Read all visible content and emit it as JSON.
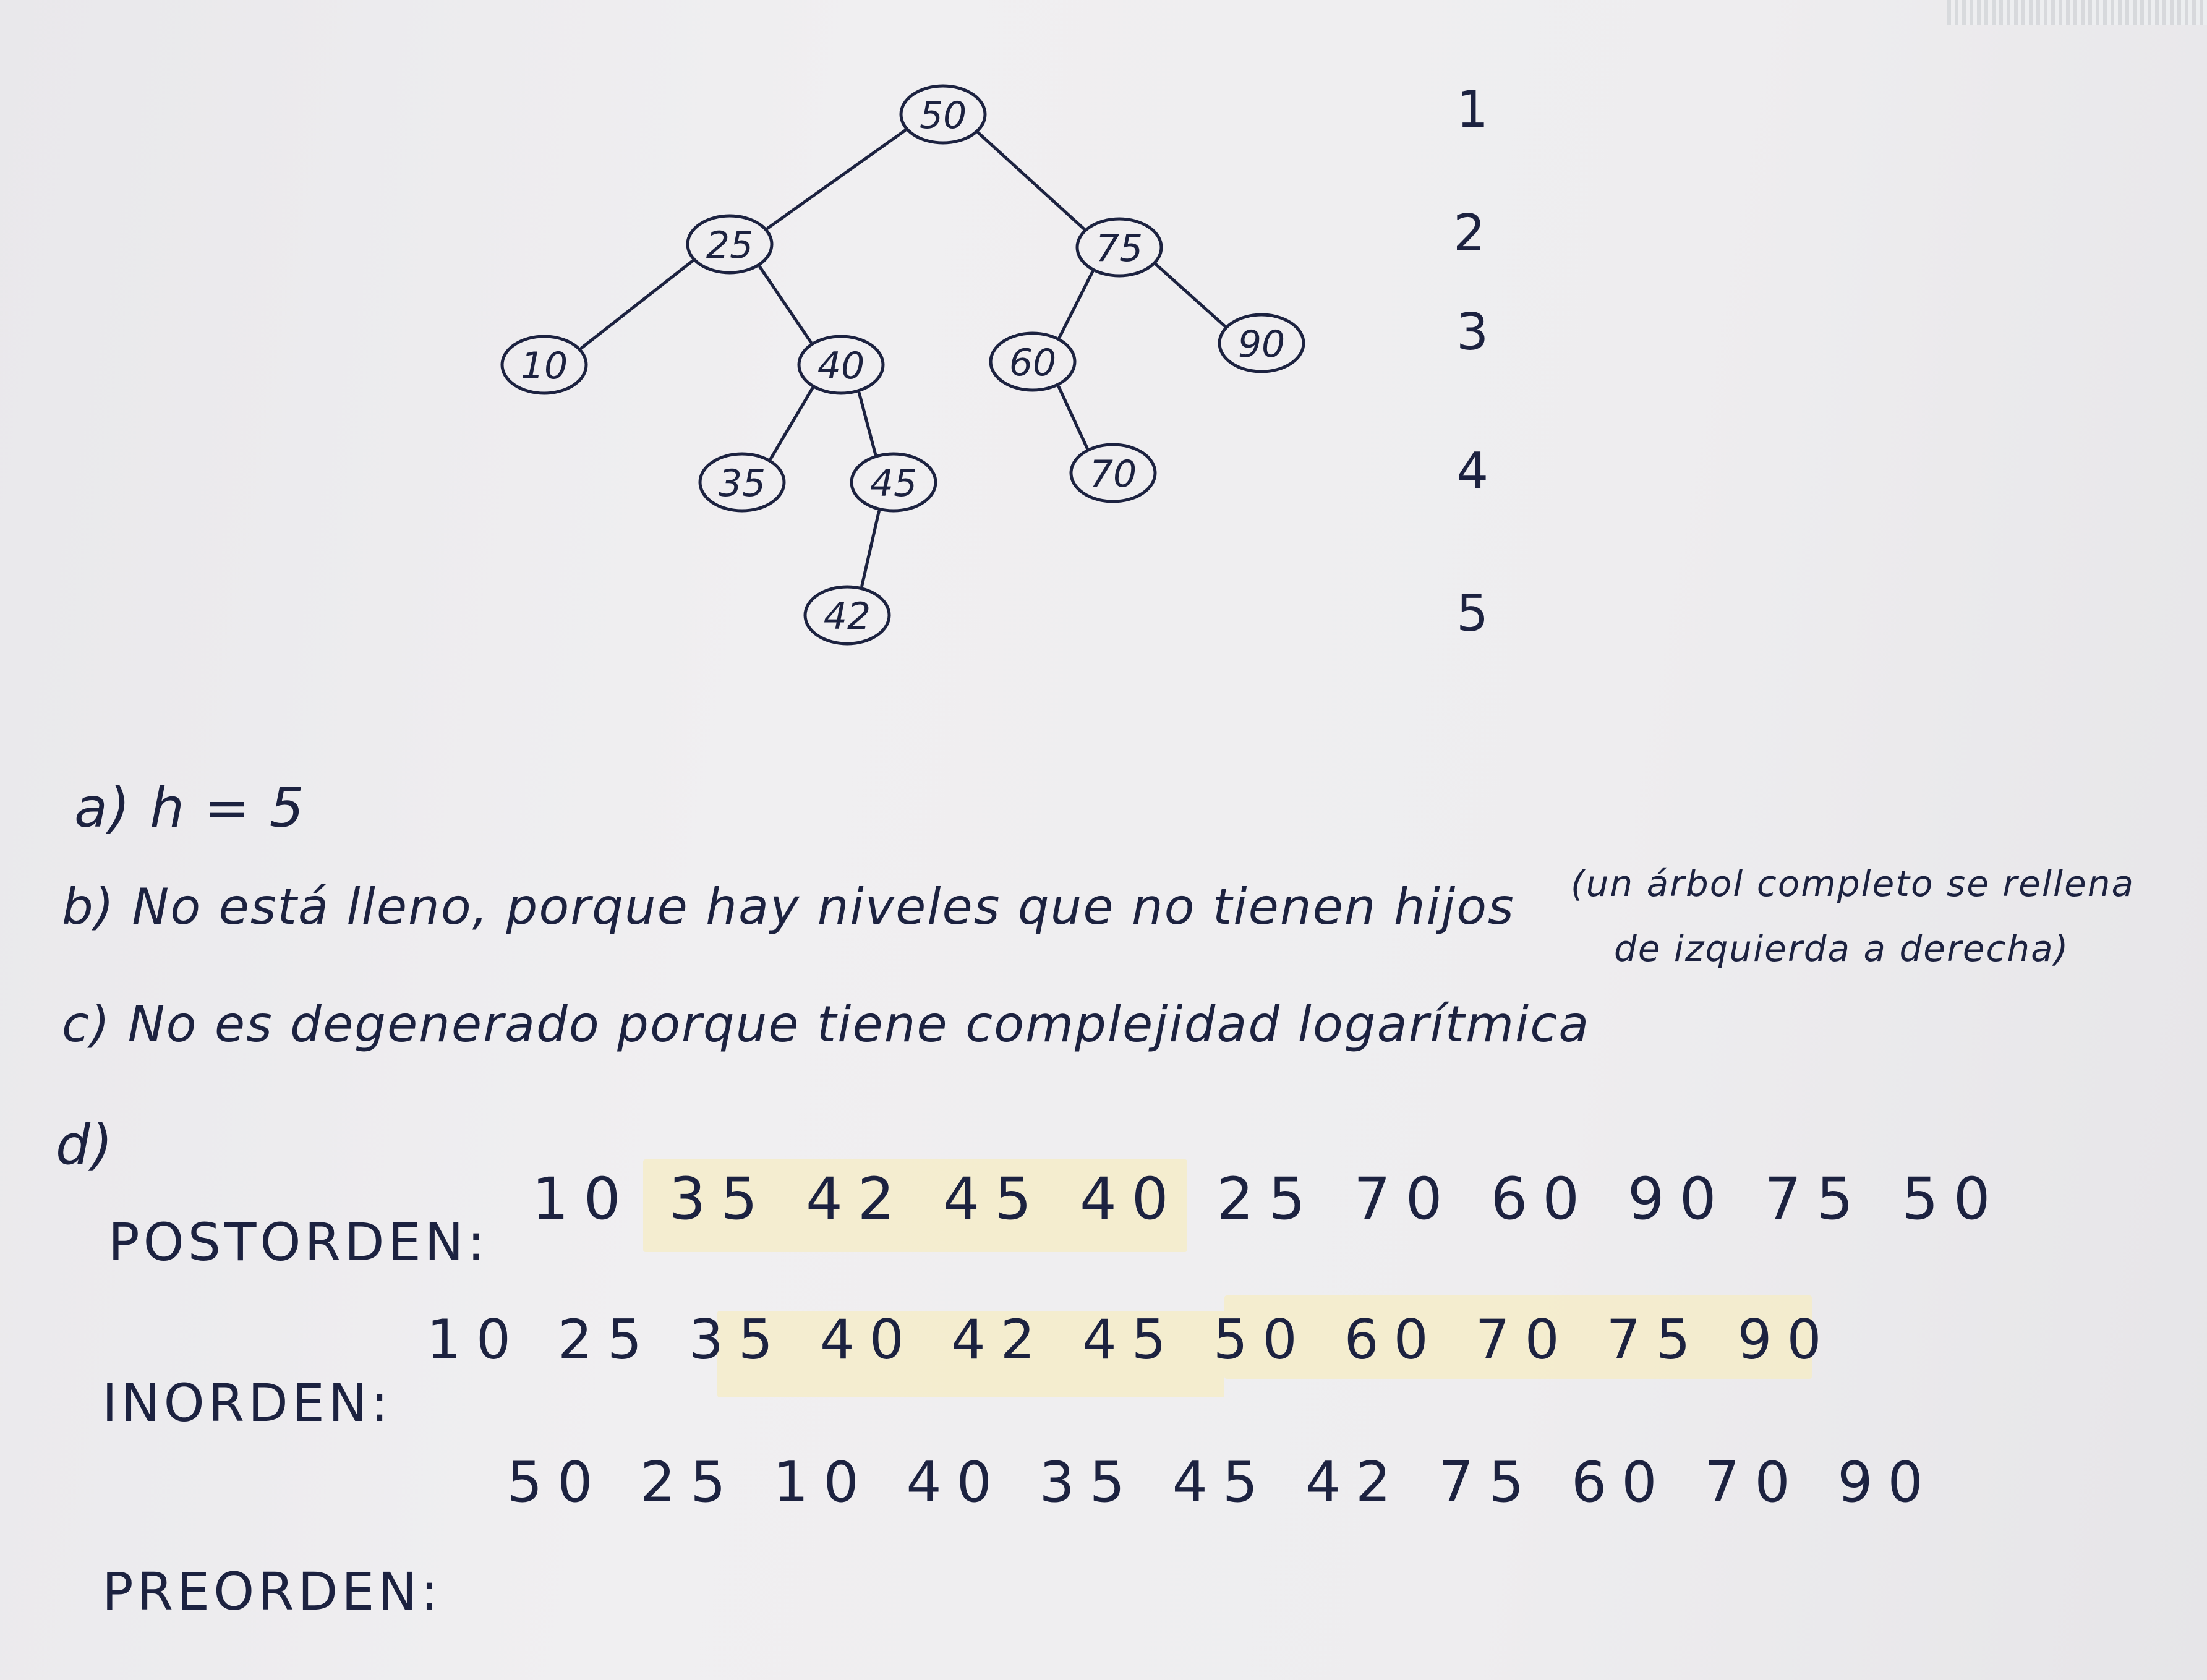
{
  "tree": {
    "nodes": [
      {
        "id": "n50",
        "label": "50"
      },
      {
        "id": "n25",
        "label": "25"
      },
      {
        "id": "n75",
        "label": "75"
      },
      {
        "id": "n10",
        "label": "10"
      },
      {
        "id": "n40",
        "label": "40"
      },
      {
        "id": "n60",
        "label": "60"
      },
      {
        "id": "n90",
        "label": "90"
      },
      {
        "id": "n35",
        "label": "35"
      },
      {
        "id": "n45",
        "label": "45"
      },
      {
        "id": "n70",
        "label": "70"
      },
      {
        "id": "n42",
        "label": "42"
      }
    ],
    "edges": [
      [
        "n50",
        "n25"
      ],
      [
        "n50",
        "n75"
      ],
      [
        "n25",
        "n10"
      ],
      [
        "n25",
        "n40"
      ],
      [
        "n75",
        "n60"
      ],
      [
        "n75",
        "n90"
      ],
      [
        "n40",
        "n35"
      ],
      [
        "n40",
        "n45"
      ],
      [
        "n60",
        "n70"
      ],
      [
        "n45",
        "n42"
      ]
    ],
    "levels": [
      "1",
      "2",
      "3",
      "4",
      "5"
    ]
  },
  "answers": {
    "a": "a) h = 5",
    "b": "b) No está lleno, porque hay niveles que no tienen hijos",
    "b_note_1": "(un árbol completo se rellena",
    "b_note_2": "de izquierda a derecha)",
    "c": "c) No es degenerado porque tiene complejidad logarítmica",
    "d": "d)"
  },
  "traversals": [
    {
      "label": "POSTORDEN:",
      "sequence": "10 35 42 45 40 25 70 60 90 75 50"
    },
    {
      "label": "INORDEN:",
      "sequence": "10 25 35 40 42 45 50 60 70 75 90"
    },
    {
      "label": "PREORDEN:",
      "sequence": "50 25 10 40 35 45 42 75 60 70 90"
    }
  ],
  "colors": {
    "ink": "#1c2240",
    "paper": "#eeedef",
    "tape": "#f5ecc4"
  }
}
